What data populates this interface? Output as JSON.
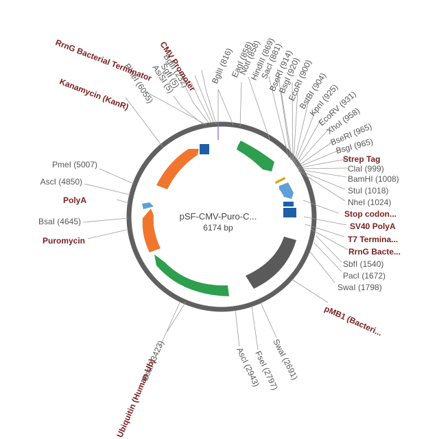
{
  "plasmid": {
    "name": "pSF-CMV-Puro-C...",
    "size": "6174 bp",
    "total_bp": 6174
  },
  "colors": {
    "backbone": "#606060",
    "green": "#2e9e4f",
    "orange": "#f0762f",
    "blue": "#1f5fa6",
    "lightblue": "#5ea0d8",
    "gray": "#5a5a5a",
    "yellow": "#e0a000",
    "site_label": "#555555",
    "feature_label": "#7a1f1f"
  },
  "labels": [
    {
      "text": "BglII (816)",
      "kind": "site",
      "rot": -66
    },
    {
      "text": "EagI (858)",
      "kind": "site",
      "rot": -66
    },
    {
      "text": "NotI (858)",
      "kind": "site",
      "rot": -66
    },
    {
      "text": "HindIII (869)",
      "kind": "site",
      "rot": -66
    },
    {
      "text": "SacI (881)",
      "kind": "site",
      "rot": -66
    },
    {
      "text": "BseRI (914)",
      "kind": "site",
      "rot": -66
    },
    {
      "text": "BsgI (920)",
      "kind": "site",
      "rot": -66
    },
    {
      "text": "EcoRI (900)",
      "kind": "site",
      "rot": -66
    },
    {
      "text": "BstBI (904)",
      "kind": "site",
      "rot": -57
    },
    {
      "text": "KpnI (925)",
      "kind": "site",
      "rot": -50
    },
    {
      "text": "EcoRV (931)",
      "kind": "site",
      "rot": -42
    },
    {
      "text": "XhoI (958)",
      "kind": "site",
      "rot": -36
    },
    {
      "text": "BseRI (965)",
      "kind": "site",
      "rot": -23
    },
    {
      "text": "BsgI (965)",
      "kind": "site",
      "rot": -15
    },
    {
      "text": "Strep Tag",
      "kind": "feature",
      "rot": 0
    },
    {
      "text": "ClaI (999)",
      "kind": "site",
      "rot": 0
    },
    {
      "text": "BamHI (1008)",
      "kind": "site",
      "rot": 0
    },
    {
      "text": "StuI (1018)",
      "kind": "site",
      "rot": 0
    },
    {
      "text": "NheI (1024)",
      "kind": "site",
      "rot": 0
    },
    {
      "text": "Stop codon...",
      "kind": "feature",
      "rot": 0
    },
    {
      "text": "SV40 PolyA",
      "kind": "feature",
      "rot": 0
    },
    {
      "text": "T7 Termina...",
      "kind": "feature",
      "rot": 0
    },
    {
      "text": "RrnG Bacte...",
      "kind": "feature",
      "rot": 0
    },
    {
      "text": "SbfI (1540)",
      "kind": "site",
      "rot": 0
    },
    {
      "text": "PacI (1672)",
      "kind": "site",
      "rot": 0
    },
    {
      "text": "SwaI (1798)",
      "kind": "site",
      "rot": 0
    },
    {
      "text": "pMB1 (Bacteri...",
      "kind": "feature",
      "rot": 0
    },
    {
      "text": "SwaI (2691)",
      "kind": "site",
      "rot": 63
    },
    {
      "text": "FseI (2797)",
      "kind": "site",
      "rot": 65
    },
    {
      "text": "AscI (2943)",
      "kind": "site",
      "rot": 65
    },
    {
      "text": "BsaI (3423)",
      "kind": "site",
      "rot": -67
    },
    {
      "text": "Ubiquitin (Human Ub)",
      "kind": "feature",
      "rot": -67
    },
    {
      "text": "Puromycin",
      "kind": "feature",
      "rot": 0
    },
    {
      "text": "BsaI (4645)",
      "kind": "site",
      "rot": 0
    },
    {
      "text": "PolyA",
      "kind": "feature",
      "rot": 0
    },
    {
      "text": "AscI (4850)",
      "kind": "site",
      "rot": 0
    },
    {
      "text": "PmeI (5007)",
      "kind": "site",
      "rot": 0
    },
    {
      "text": "Kanamycin (KanR)",
      "kind": "feature",
      "rot": 21
    },
    {
      "text": "PmeI (6055)",
      "kind": "site",
      "rot": 57
    },
    {
      "text": "AsiSI (5)",
      "kind": "site",
      "rot": 57
    },
    {
      "text": "SgfI (5)",
      "kind": "site",
      "rot": 57
    },
    {
      "text": "BglII (232)",
      "kind": "site",
      "rot": 57
    },
    {
      "text": "CMV Promoter",
      "kind": "feature",
      "rot": 57
    },
    {
      "text": "RrnG Bacterial Terminator",
      "kind": "feature",
      "rot": 21
    }
  ]
}
